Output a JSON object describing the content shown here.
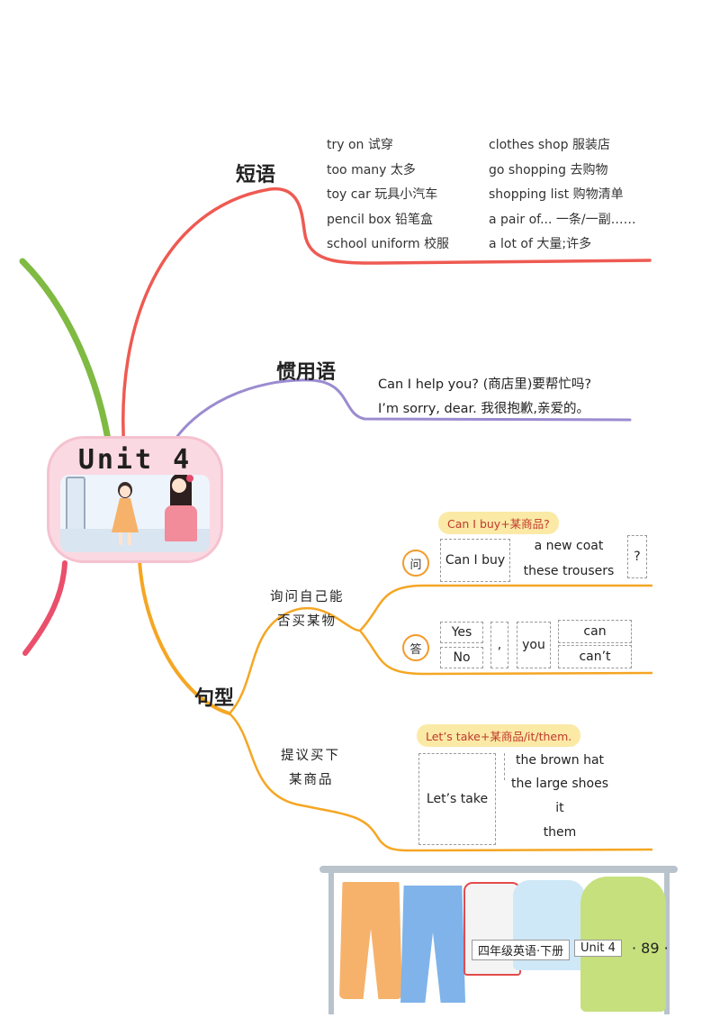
{
  "center": {
    "title": "Unit 4"
  },
  "phrases": {
    "heading": "短语",
    "left": [
      "try on 试穿",
      "too many 太多",
      "toy car 玩具小汽车",
      "pencil box 铅笔盒",
      "school uniform 校服"
    ],
    "right": [
      "clothes shop 服装店",
      "go shopping 去购物",
      "shopping list 购物清单",
      "a pair of... 一条/一副……",
      "a lot of 大量;许多"
    ]
  },
  "idioms": {
    "heading": "惯用语",
    "lines": [
      "Can I help you? (商店里)要帮忙吗?",
      "I’m sorry, dear. 我很抱歉,亲爱的。"
    ]
  },
  "sentences": {
    "heading": "句型",
    "ask": {
      "label_line1": "询问自己能",
      "label_line2": "否买某物",
      "pattern": "Can I buy+某商品?",
      "q_marker": "问",
      "q_lead": "Can I buy",
      "q_items": [
        "a new coat",
        "these trousers"
      ],
      "q_end": "?",
      "a_marker": "答",
      "a_yes": "Yes",
      "a_no": "No",
      "a_comma": ",",
      "a_you": "you",
      "a_can": "can",
      "a_cant": "can’t"
    },
    "suggest": {
      "label_line1": "提议买下",
      "label_line2": "某商品",
      "pattern": "Let’s take+某商品/it/them.",
      "lead": "Let’s take",
      "items": [
        "the brown hat",
        "the large shoes",
        "it",
        "them"
      ]
    }
  },
  "footer": {
    "book": "四年级英语·下册",
    "unit": "Unit 4",
    "page": "· 89 ·"
  },
  "colors": {
    "phrases_branch": "#ee5a52",
    "idioms_branch": "#9b8bd0",
    "sentences_branch": "#f5a623",
    "green_branch": "#7fba42"
  }
}
